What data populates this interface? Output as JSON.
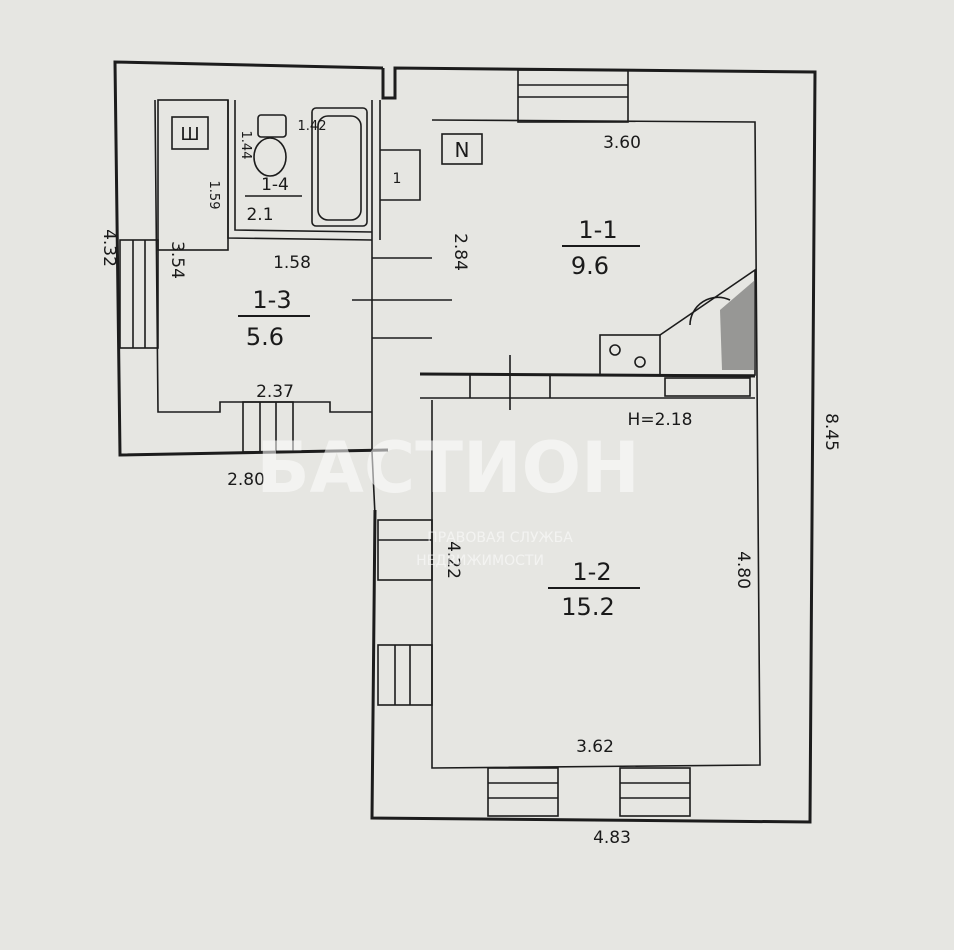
{
  "rooms": [
    {
      "id": "1-1",
      "area": "9.6"
    },
    {
      "id": "1-2",
      "area": "15.2"
    },
    {
      "id": "1-3",
      "area": "5.6"
    },
    {
      "id": "1-4",
      "area": "2.1"
    }
  ],
  "dimensions": {
    "room_1_1_width": "3.60",
    "room_1_1_height": "2.84",
    "ceiling_height": "H=2.18",
    "room_1_2_height": "4.80",
    "room_1_2_height_left": "4.22",
    "room_1_2_width": "3.62",
    "room_1_3_width": "1.58",
    "room_1_3_height": "3.54",
    "room_1_3_bottom": "2.37",
    "outer_left": "4.32",
    "outer_bottom_left": "2.80",
    "outer_bottom": "4.83",
    "outer_right": "8.45",
    "bath_small_1": "1.59",
    "bath_small_2": "1.44",
    "bath_small_3": "1.42"
  },
  "symbols": {
    "north": "N",
    "cabinet": "Ш",
    "heater": "1"
  },
  "watermark": {
    "brand": "БАСТИОН",
    "line1": "ПРАВОВАЯ СЛУЖБА",
    "line2": "НЕДВИЖИМОСТИ"
  }
}
